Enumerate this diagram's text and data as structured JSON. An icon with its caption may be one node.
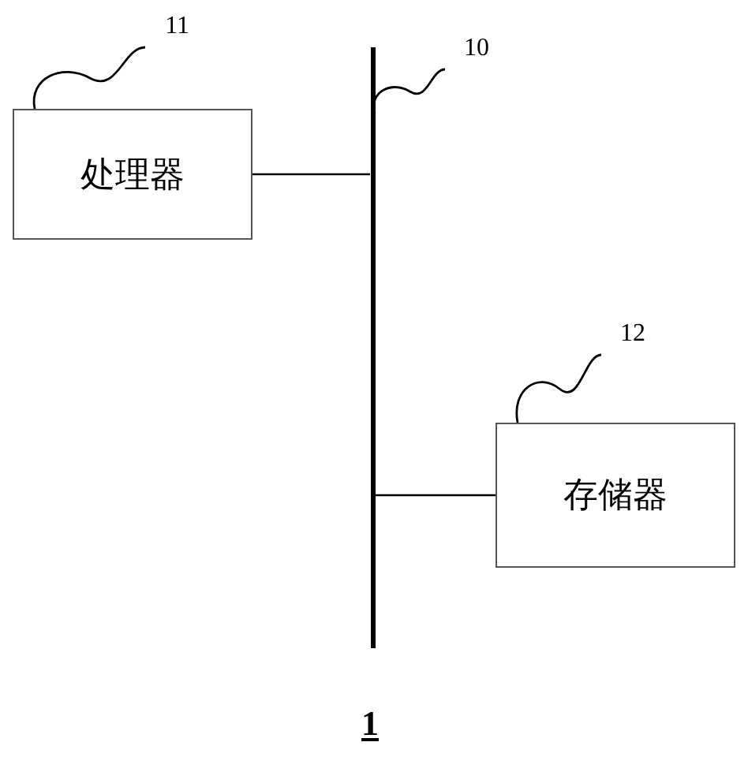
{
  "diagram": {
    "nodes": [
      {
        "text": [
          "处理器"
        ]
      },
      {
        "text": [
          "存储器"
        ]
      },
      {
        "text": [],
        "shape": "bar"
      },
      {
        "text": [
          "11"
        ]
      },
      {
        "text": [
          "10"
        ]
      },
      {
        "text": [
          "12"
        ]
      }
    ],
    "edges": [
      {
        "from": 0,
        "to": 2,
        "arrow": "none"
      },
      {
        "from": 1,
        "to": 2,
        "arrow": "none"
      },
      {
        "from": 3,
        "to": 0,
        "arrow": "none"
      },
      {
        "from": 4,
        "to": 2,
        "arrow": "none"
      },
      {
        "from": 5,
        "to": 1,
        "arrow": "none"
      }
    ],
    "labels": [
      "1"
    ]
  }
}
